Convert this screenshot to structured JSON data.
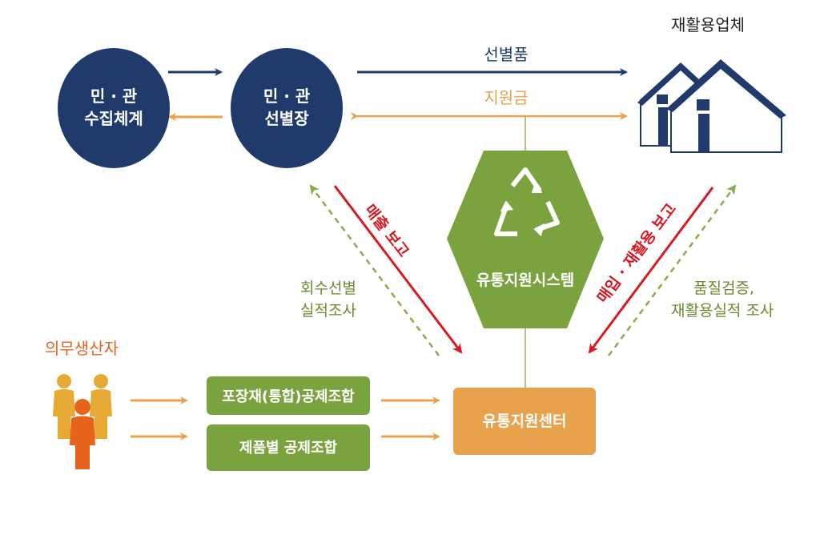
{
  "colors": {
    "navy": "#1f3a6b",
    "orange": "#e8a24c",
    "green": "#7aa23f",
    "green_dark": "#6b9436",
    "red": "#d71920",
    "dashed_green": "#8aab4a",
    "gray_line": "#c9b68a",
    "person_gold": "#e6a933",
    "person_orange": "#e8641c"
  },
  "nodes": {
    "collection": {
      "line1": "민 · 관",
      "line2": "수집체계"
    },
    "sorting": {
      "line1": "민 · 관",
      "line2": "선별장"
    },
    "recycler": {
      "label": "재활용업체",
      "icon": "house-icon"
    },
    "system": {
      "label": "유통지원시스템",
      "icon": "recycle-icon"
    },
    "center": {
      "label": "유통지원센터"
    },
    "producers": {
      "label": "의무생산자",
      "icon": "people-icon"
    },
    "union_packaging": {
      "label": "포장재(통합)공제조합"
    },
    "union_product": {
      "label": "제품별 공제조합"
    }
  },
  "labels": {
    "sorted_goods": "선별품",
    "subsidy": "지원금",
    "sales_report": "매출 보고",
    "collection_survey_line1": "회수선별",
    "collection_survey_line2": "실적조사",
    "purchase_report": "매입 · 재활용 보고",
    "quality_line1": "품질검증,",
    "quality_line2": "재활용실적 조사"
  }
}
